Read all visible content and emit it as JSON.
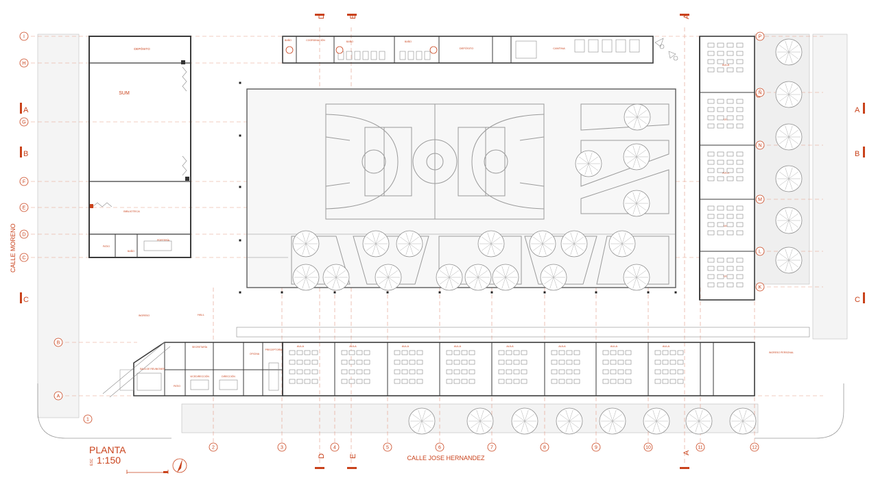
{
  "title": {
    "main": "PLANTA",
    "scale_prefix": "ESC",
    "scale": "1:150"
  },
  "streets": {
    "west": "CALLE MORENO",
    "south": "CALLE JOSE HERNANDEZ"
  },
  "grid_letters": [
    "I",
    "H",
    "G",
    "F",
    "E",
    "D",
    "C",
    "B",
    "A"
  ],
  "grid_letters_right": [
    "P",
    "Ñ",
    "N",
    "M",
    "L",
    "K"
  ],
  "grid_numbers": [
    "1",
    "2",
    "3",
    "4",
    "5",
    "6",
    "7",
    "8",
    "9",
    "10",
    "11",
    "12"
  ],
  "section_marks": {
    "A": "A",
    "B": "B",
    "C": "C",
    "D": "D",
    "E": "E"
  },
  "rooms": {
    "deposito_sum": "DEPÓSITO",
    "sum": "SUM",
    "biblioteca": "BIBLIOTECA",
    "patio": "PATIO",
    "bano": "BAÑO",
    "porteria": "PORTERÍA",
    "coordinacion": "COORDINACIÓN",
    "deposito_north": "DEPÓSITO",
    "cantina": "CANTINA",
    "hall": "HALL",
    "ingreso": "INGRESO",
    "ingreso_personal": "INGRESO PERSONAL",
    "secretaria": "SECRETARÍA",
    "vicedireccion": "VICEDIRECCIÓN",
    "preceptoria": "PRECEPTORÍA",
    "direccion": "DIRECCIÓN",
    "oficina": "OFICINA",
    "sala_reuniones": "SALA DE REUNIONES",
    "aula": "AULA"
  }
}
